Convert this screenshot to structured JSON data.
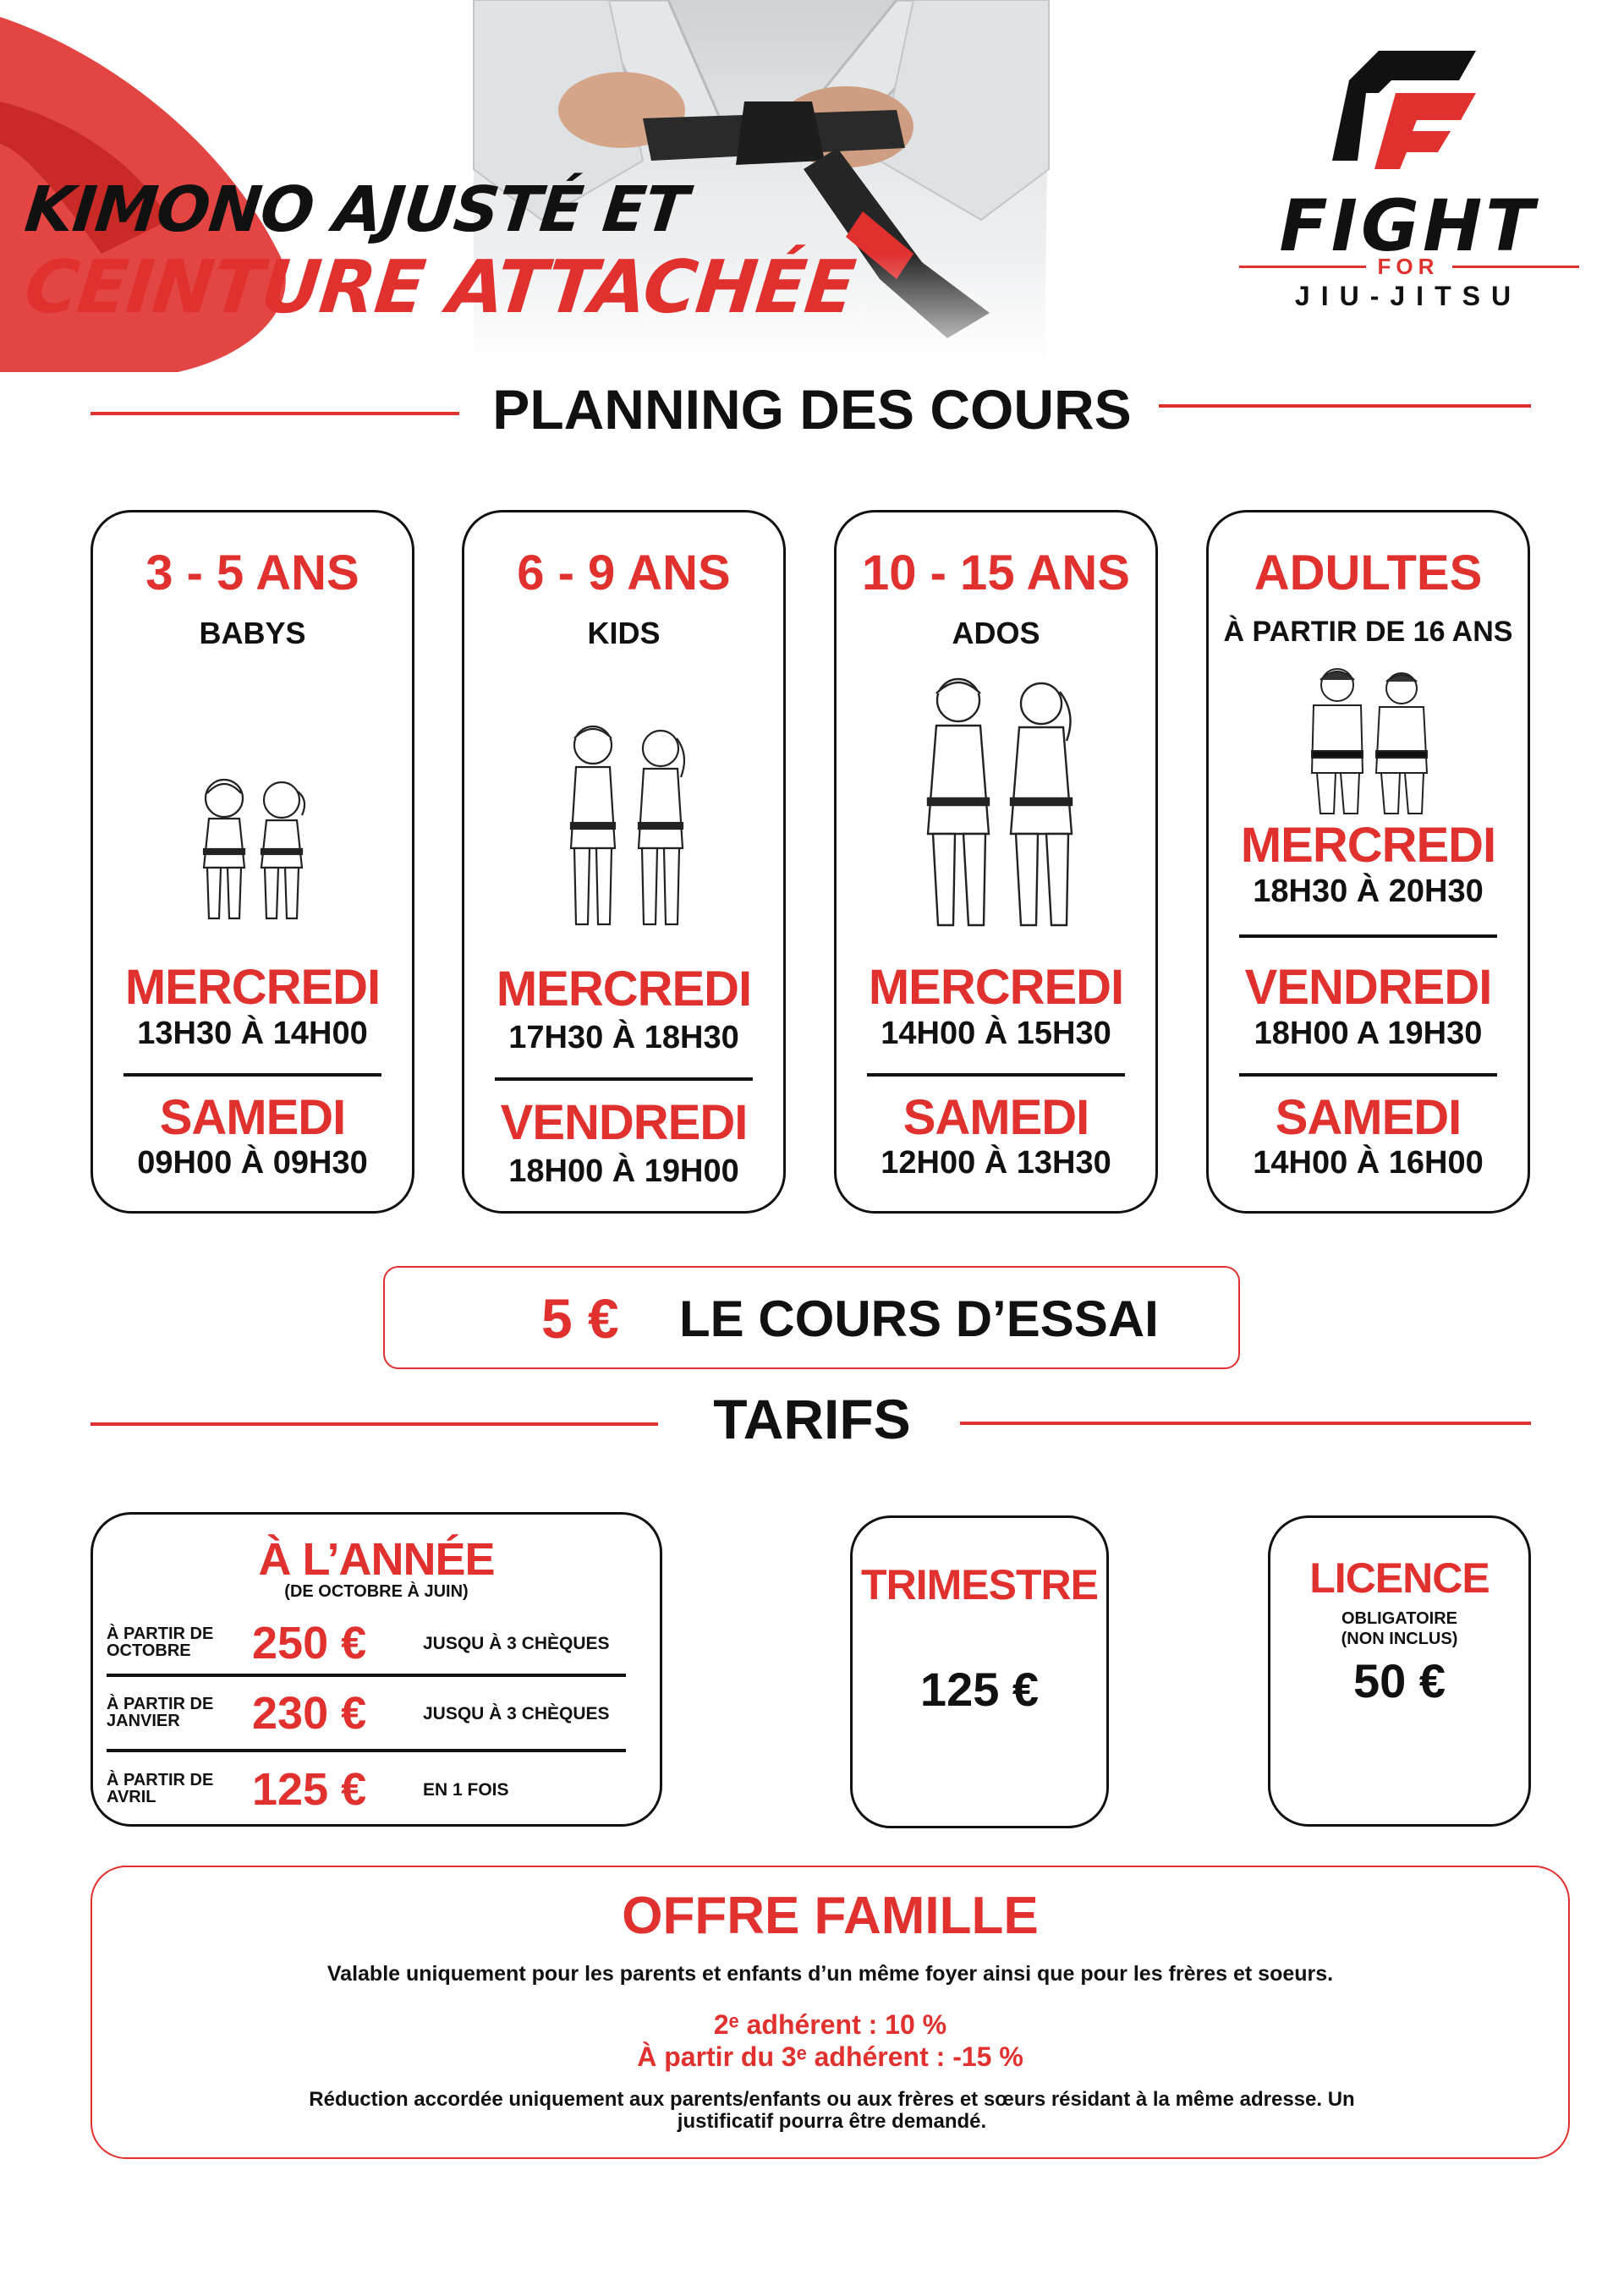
{
  "header": {
    "headline_line1": "KIMONO AJUSTÉ ET",
    "headline_line2": "CEINTURE ATTACHÉE"
  },
  "logo": {
    "word1": "FIGHT",
    "word2": "FOR",
    "word3": "JIU-JITSU"
  },
  "planning": {
    "title": "PLANNING DES COURS",
    "cards": [
      {
        "age": "3 - 5 ANS",
        "group": "BABYS",
        "slots": [
          {
            "day": "MERCREDI",
            "time": "13H30 À 14H00"
          },
          {
            "day": "SAMEDI",
            "time": "09H00 À 09H30"
          }
        ]
      },
      {
        "age": "6 - 9 ANS",
        "group": "KIDS",
        "slots": [
          {
            "day": "MERCREDI",
            "time": "17H30 À 18H30"
          },
          {
            "day": "VENDREDI",
            "time": "18H00 À 19H00"
          }
        ]
      },
      {
        "age": "10 - 15 ANS",
        "group": "ADOS",
        "slots": [
          {
            "day": "MERCREDI",
            "time": "14H00 À 15H30"
          },
          {
            "day": "SAMEDI",
            "time": "12H00 À 13H30"
          }
        ]
      },
      {
        "age": "ADULTES",
        "group": "À PARTIR DE 16 ANS",
        "slots": [
          {
            "day": "MERCREDI",
            "time": "18H30 À 20H30"
          },
          {
            "day": "VENDREDI",
            "time": "18H00 A 19H30"
          },
          {
            "day": "SAMEDI",
            "time": "14H00 À 16H00"
          }
        ]
      }
    ]
  },
  "trial": {
    "price": "5 €",
    "label": "LE COURS D’ESSAI"
  },
  "tarifs": {
    "title": "TARIFS",
    "annee": {
      "title": "À L’ANNÉE",
      "subtitle": "(DE OCTOBRE À JUIN)",
      "rows": [
        {
          "from_line1": "À PARTIR DE",
          "from_line2": "OCTOBRE",
          "price": "250 €",
          "note": "JUSQU À 3 CHÈQUES"
        },
        {
          "from_line1": "À PARTIR DE",
          "from_line2": "JANVIER",
          "price": "230 €",
          "note": "JUSQU À 3 CHÈQUES"
        },
        {
          "from_line1": "À PARTIR DE",
          "from_line2": "AVRIL",
          "price": "125 €",
          "note": "EN 1 FOIS"
        }
      ]
    },
    "trimestre": {
      "title": "TRIMESTRE",
      "price": "125 €"
    },
    "licence": {
      "title": "LICENCE",
      "sub1": "OBLIGATOIRE",
      "sub2": "(NON INCLUS)",
      "price": "50 €"
    }
  },
  "famille": {
    "title": "OFFRE FAMILLE",
    "text1": "Valable uniquement pour les parents et enfants d’un même foyer ainsi que pour les frères et soeurs.",
    "offer1": "2ᵉ adhérent : 10 %",
    "offer2": "À partir du 3ᵉ adhérent : -15 %",
    "text2": "Réduction accordée uniquement aux parents/enfants ou aux frères et sœurs résidant à la même adresse. Un justificatif pourra être demandé."
  },
  "colors": {
    "accent": "#e0312f",
    "ink": "#111111"
  },
  "icons": [
    "kimono-photo",
    "fight-for-logo",
    "kids-illustration"
  ]
}
